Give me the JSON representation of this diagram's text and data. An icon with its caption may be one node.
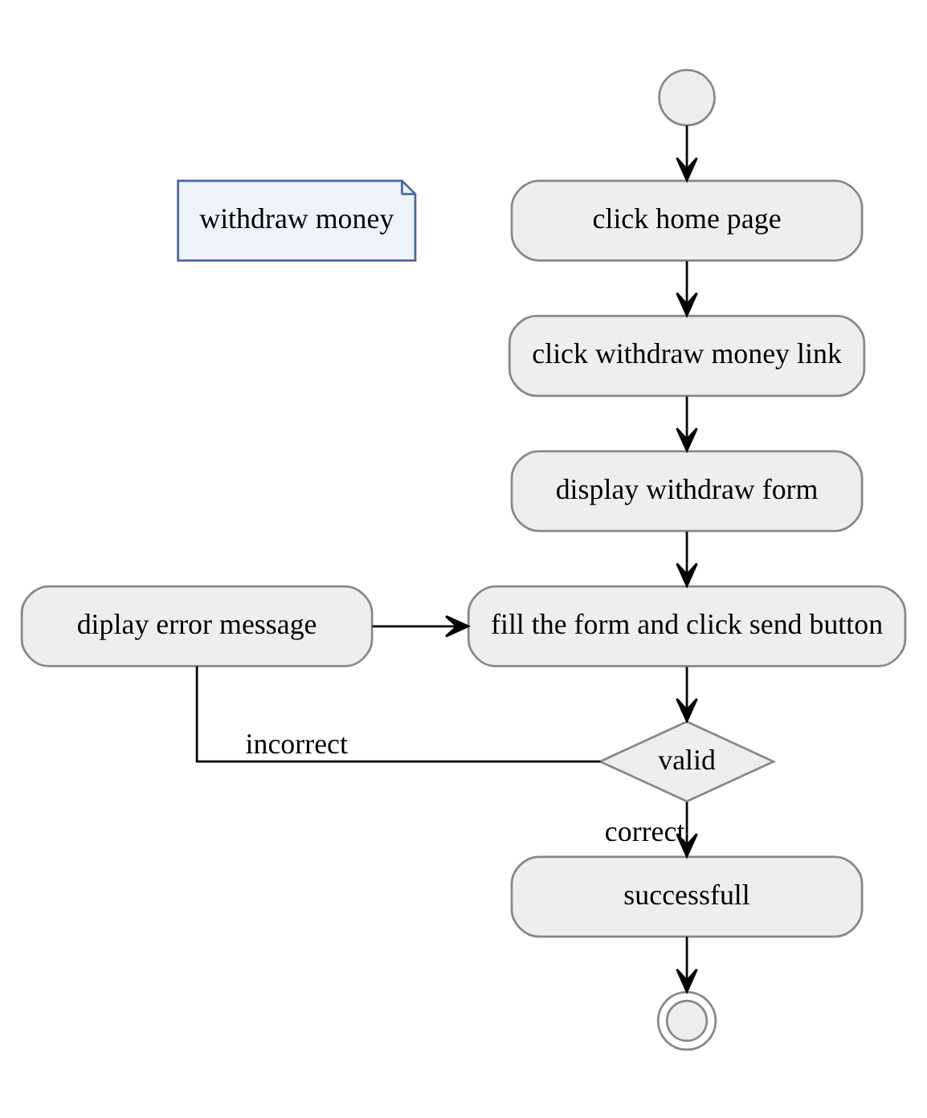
{
  "diagram": {
    "nodes": [
      {
        "text": [],
        "shape": "circle"
      },
      {
        "text": [
          "withdraw money"
        ]
      },
      {
        "text": [
          "click home page"
        ]
      },
      {
        "text": [
          "click withdraw money link"
        ]
      },
      {
        "text": [
          "display withdraw form"
        ]
      },
      {
        "text": [
          "diplay error message"
        ]
      },
      {
        "text": [
          "fill the form and click send button"
        ]
      },
      {
        "text": [
          "valid"
        ]
      },
      {
        "text": [
          "successfull"
        ]
      },
      {
        "text": [],
        "shape": "doublecircle"
      }
    ],
    "edges": [
      {
        "from": 0,
        "to": 2,
        "arrow": "to"
      },
      {
        "from": 2,
        "to": 3,
        "arrow": "to"
      },
      {
        "from": 3,
        "to": 4,
        "arrow": "to"
      },
      {
        "from": 4,
        "to": 6,
        "arrow": "to"
      },
      {
        "from": 5,
        "to": 6,
        "arrow": "to"
      },
      {
        "from": 6,
        "to": 7,
        "arrow": "to"
      },
      {
        "from": 7,
        "to": 5,
        "arrow": "none",
        "label": "incorrect"
      },
      {
        "from": 7,
        "to": 8,
        "arrow": "to",
        "label": "correct"
      },
      {
        "from": 8,
        "to": 9,
        "arrow": "to"
      }
    ]
  }
}
